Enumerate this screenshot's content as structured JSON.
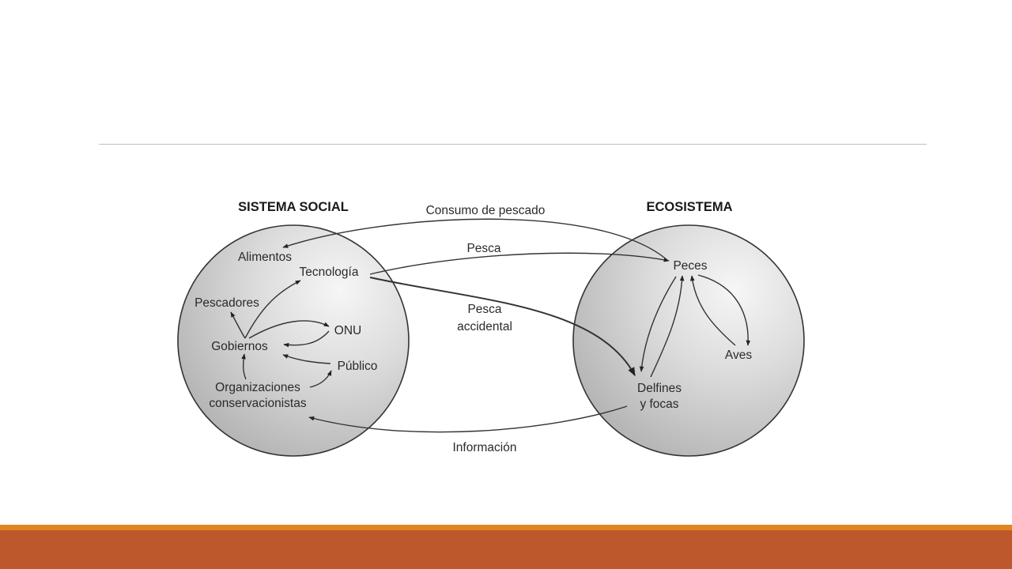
{
  "diagram": {
    "social_title": "SISTEMA SOCIAL",
    "eco_title": "ECOSISTEMA",
    "social_nodes": {
      "alimentos": "Alimentos",
      "tecnologia": "Tecnología",
      "pescadores": "Pescadores",
      "onu": "ONU",
      "gobiernos": "Gobiernos",
      "publico": "Público",
      "organizaciones_1": "Organizaciones",
      "organizaciones_2": "conservacionistas"
    },
    "eco_nodes": {
      "peces": "Peces",
      "aves": "Aves",
      "delfines_1": "Delfines",
      "delfines_2": "y focas"
    },
    "flows": {
      "consumo": "Consumo de pescado",
      "pesca": "Pesca",
      "pesca_accidental_1": "Pesca",
      "pesca_accidental_2": "accidental",
      "informacion": "Información"
    }
  }
}
